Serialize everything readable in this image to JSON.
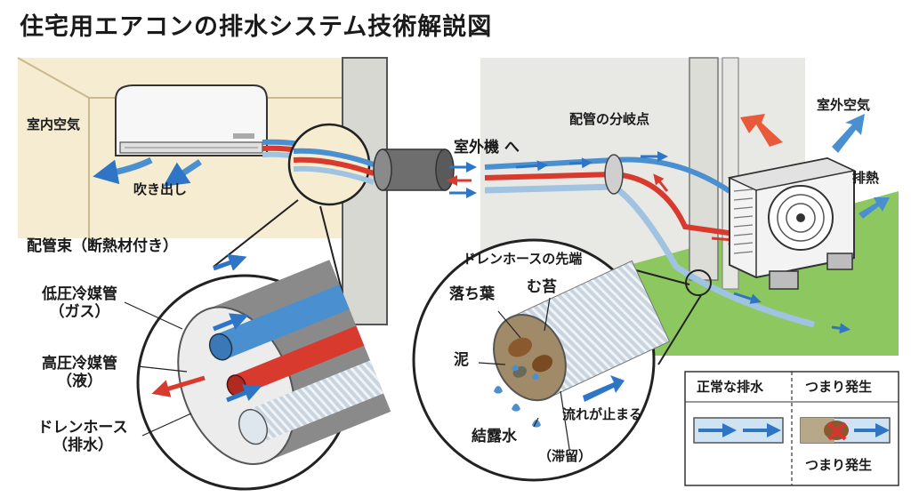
{
  "title": "住宅用エアコンの排水システム技術解説図",
  "labels": {
    "indoor_air": "室内空気",
    "blowout": "吹き出し",
    "to_outdoor_unit": "室外機 へ",
    "branch_point": "配管の分岐点",
    "outdoor_air": "室外空気",
    "exhaust_heat": "排熱",
    "pipe_bundle": "配管束（断熱材付き）",
    "low_pressure_pipe": "低圧冷媒管",
    "low_pressure_sub": "（ガス）",
    "high_pressure_pipe": "高圧冷媒管",
    "high_pressure_sub": "（液）",
    "drain_hose": "ドレンホース",
    "drain_hose_sub": "（排水）",
    "hose_tip_title": "ドレンホースの先端",
    "fallen_leaves": "落ち葉",
    "moss": "む苔",
    "mud": "泥",
    "condensation": "結露水",
    "flow_stops": "流れが止まる",
    "stagnation": "（滞留）"
  },
  "legend": {
    "normal": "正常な排水",
    "clog": "つまり発生",
    "clog_caption": "つまり発生"
  },
  "colors": {
    "refrigerant_low": "#4a90d0",
    "refrigerant_high": "#d83a2e",
    "drain": "#9fc3e0",
    "flow_arrow": "#2e75c6",
    "insulation": "#8a8a8a",
    "wall": "#f5ecd2",
    "grass": "#8cc760",
    "clog_mark": "#e03030"
  }
}
